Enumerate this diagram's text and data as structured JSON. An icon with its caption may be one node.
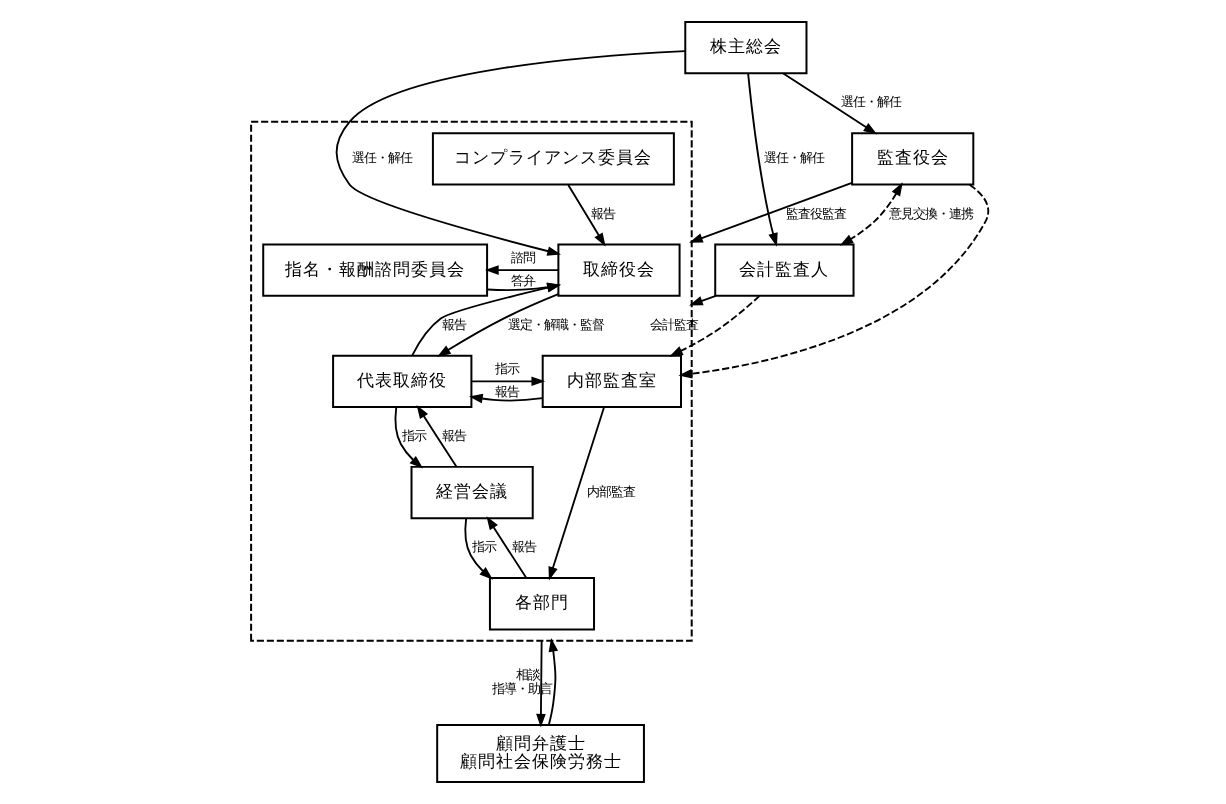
{
  "diagram": {
    "nodes": [
      {
        "text": [
          "株主総会"
        ]
      },
      {
        "text": [],
        "shape": "box"
      },
      {
        "text": [
          "取締役会"
        ],
        "in": 1
      },
      {
        "text": [
          "コンプライアンス委員会"
        ],
        "in": 1
      },
      {
        "text": [
          "指名・報酬諮問委員会"
        ],
        "in": 1
      },
      {
        "text": [
          "代表取締役"
        ],
        "in": 1
      },
      {
        "text": [
          "内部監査室"
        ],
        "in": 1
      },
      {
        "text": [
          "経営会議"
        ],
        "in": 1
      },
      {
        "text": [
          "各部門"
        ],
        "in": 1
      },
      {
        "text": [
          "監査役会"
        ]
      },
      {
        "text": [
          "会計監査人"
        ]
      },
      {
        "text": [
          "顧問弁護士",
          "顧問社会保険労務士"
        ]
      }
    ],
    "edges": [
      {
        "from": 0,
        "to": 2,
        "arrow": "to",
        "label": "選任・解任"
      },
      {
        "from": 0,
        "to": 9,
        "arrow": "to",
        "label": "選任・解任"
      },
      {
        "from": 0,
        "to": 10,
        "arrow": "to",
        "label": "選任・解任"
      },
      {
        "from": 3,
        "to": 2,
        "arrow": "to",
        "label": "報告"
      },
      {
        "from": 2,
        "to": 4,
        "arrow": "to",
        "label": "諮問"
      },
      {
        "from": 4,
        "to": 2,
        "arrow": "to",
        "label": "答弁"
      },
      {
        "from": 2,
        "to": 5,
        "arrow": "to",
        "label": "選定・解職・監督"
      },
      {
        "from": 5,
        "to": 2,
        "arrow": "to",
        "label": "報告"
      },
      {
        "from": 5,
        "to": 6,
        "arrow": "to",
        "label": "指示"
      },
      {
        "from": 6,
        "to": 5,
        "arrow": "to",
        "label": "報告"
      },
      {
        "from": 5,
        "to": 7,
        "arrow": "to",
        "label": "指示"
      },
      {
        "from": 7,
        "to": 5,
        "arrow": "to",
        "label": "報告"
      },
      {
        "from": 7,
        "to": 8,
        "arrow": "to",
        "label": "指示"
      },
      {
        "from": 8,
        "to": 7,
        "arrow": "to",
        "label": "報告"
      },
      {
        "from": 6,
        "to": 8,
        "arrow": "to",
        "label": "内部監査"
      },
      {
        "from": 9,
        "to": 1,
        "arrow": "to",
        "label": "監査役監査"
      },
      {
        "from": 9,
        "to": 10,
        "arrow": "both",
        "style": "dashed",
        "label": "意見交換・連携"
      },
      {
        "from": 9,
        "to": 6,
        "arrow": "to",
        "style": "dashed"
      },
      {
        "from": 10,
        "to": 6,
        "arrow": "to",
        "style": "dashed"
      },
      {
        "from": 10,
        "to": 1,
        "arrow": "to",
        "label": "会計監査"
      },
      {
        "from": 1,
        "to": 11,
        "arrow": "to",
        "label": "相談"
      },
      {
        "from": 11,
        "to": 1,
        "arrow": "to",
        "label": "指導・助言"
      }
    ]
  }
}
